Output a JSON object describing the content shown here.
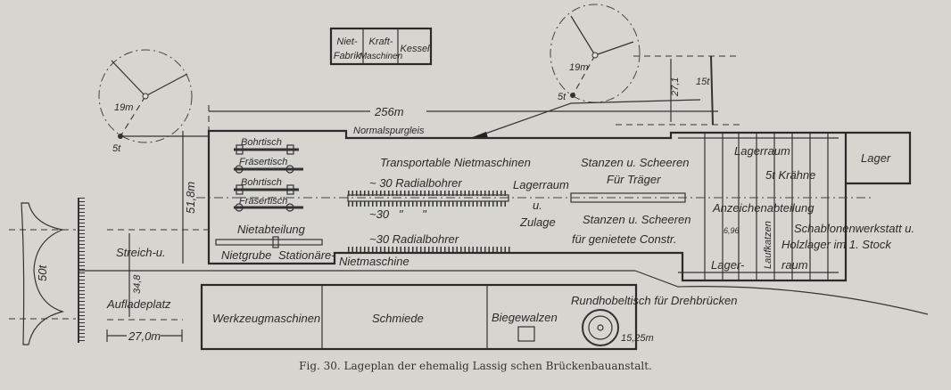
{
  "top_buildings": {
    "niet_fabrik": [
      "Niet-",
      "Fabrik"
    ],
    "kraft_maschinen": [
      "Kraft-",
      "Maschinen"
    ],
    "kessel": "Kessel"
  },
  "left_crane": {
    "radius": "19m",
    "load": "5t"
  },
  "right_crane": {
    "radius": "19m",
    "load": "5t",
    "span": "27,1",
    "gantry_load": "15t"
  },
  "dimensions": {
    "length": "256m",
    "width": "51,8m",
    "yard_width": "34,8",
    "yard_length": "27,0m"
  },
  "track": "Normalspurgleis",
  "main_hall": {
    "bohrtisch_1": "Bohrtisch",
    "fraesertisch_1": "Fräsertisch",
    "bohrtisch_2": "Bohrtisch",
    "fraesertisch_2": "Fräsertisch",
    "nietabteilung": "Nietabteilung",
    "nietgrube": "Nietgrube",
    "stationaere": "Stationäre-",
    "nietmaschine": "Nietmaschine",
    "transportable": "Transportable Nietmaschinen",
    "radialbohrer_1": "~ 30 Radialbohrer",
    "radialbohrer_2": "~30   \"      \"",
    "radialbohrer_3": "~30 Radialbohrer",
    "lagerraum": "Lagerraum",
    "u": "u.",
    "zulage": "Zulage",
    "stanzen_1": "Stanzen u. Scheeren",
    "fuer_traeger": "Für Träger",
    "stanzen_2": "Stanzen u. Scheeren",
    "fuer_genietete": "für genietete Constr."
  },
  "right_hall": {
    "lagerraum": "Lagerraum",
    "kraehne": "5t Krähne",
    "anzeichen": "Anzeichenabteilung",
    "schablonen": "Schablonenwerkstatt u.",
    "holzlager": "Holzlager im 1. Stock",
    "spacing": "6,96",
    "laufkatzen": "Laufkatzen",
    "lager_dash": "Lager-",
    "raum": "raum",
    "lager": "Lager"
  },
  "lower_buildings": {
    "werkzeug": "Werkzeugmaschinen",
    "schmiede": "Schmiede",
    "biegewalzen": "Biegewalzen",
    "rundhobel": "Rundhobeltisch für Drehbrücken",
    "diameter": "15,25m"
  },
  "yard": {
    "streich": "Streich-u.",
    "auflade": "Aufladeplatz",
    "crane_load": "50t"
  },
  "caption": "Fig. 30.  Lageplan der ehemalig Lassig schen Brückenbauanstalt."
}
